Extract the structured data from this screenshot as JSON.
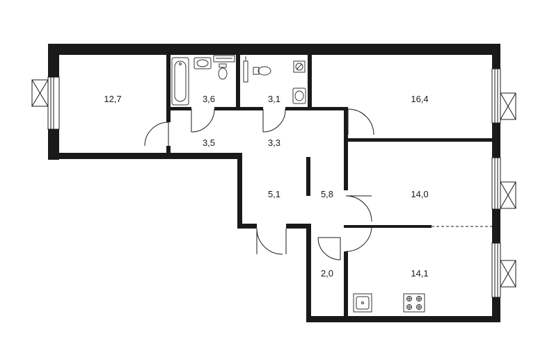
{
  "rooms": {
    "bedroom_left": "12,7",
    "bathroom": "3,6",
    "toilet": "3,1",
    "living_room": "16,4",
    "hall_left": "3,5",
    "hall_center": "3,3",
    "wardrobe": "5,1",
    "corridor": "5,8",
    "bedroom_right": "14,0",
    "storage": "2,0",
    "kitchen": "14,1"
  },
  "colors": {
    "wall": "#1a1a1a",
    "fixture": "#333333"
  }
}
